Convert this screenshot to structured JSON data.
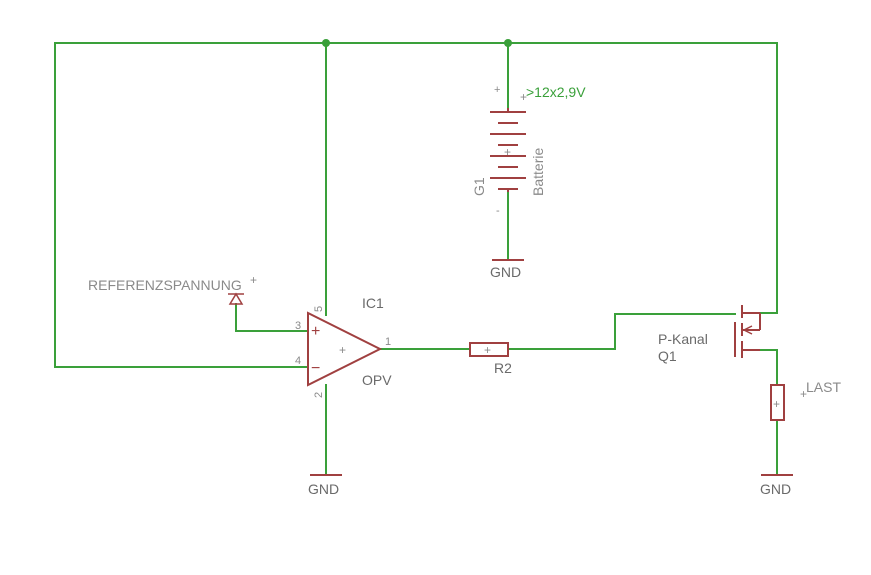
{
  "labels": {
    "battery_name": "G1",
    "battery_value": "Batterie",
    "battery_voltage": ">12x2,9V",
    "reference": "REFERENZSPANNUNG",
    "opamp_name": "IC1",
    "opamp_value": "OPV",
    "resistor": "R2",
    "mosfet_value": "P-Kanal",
    "mosfet_name": "Q1",
    "load": "LAST",
    "gnd_battery": "GND",
    "gnd_opamp": "GND",
    "gnd_load": "GND"
  },
  "pins": {
    "opamp_vcc": "5",
    "opamp_in_plus": "3",
    "opamp_in_minus": "4",
    "opamp_gnd": "2",
    "opamp_out": "1",
    "battery_plus": "+",
    "battery_minus": "-",
    "opamp_plus_sign": "+",
    "opamp_minus_sign": "−"
  },
  "colors": {
    "wire": "#3aa03a",
    "component": "#a04040",
    "label": "#8a8a8a"
  }
}
